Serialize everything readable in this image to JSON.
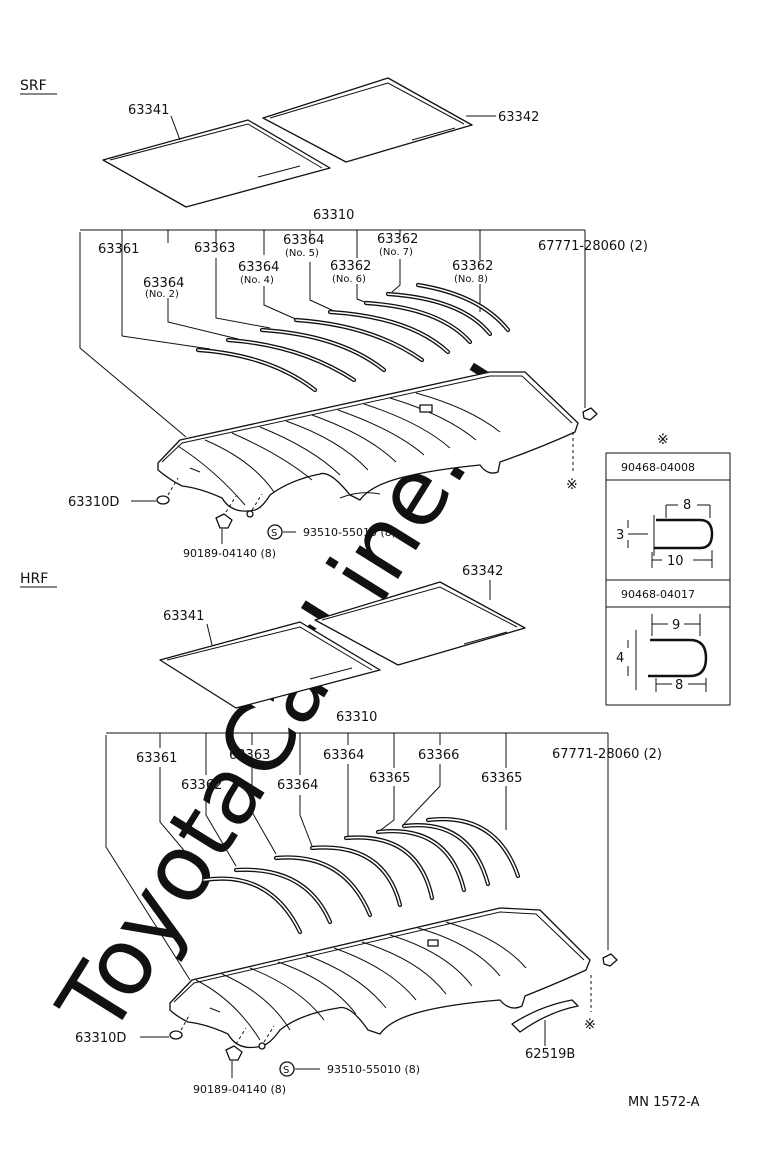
{
  "watermark": "ToyotaCarLine.ru",
  "srf": {
    "section_label": "SRF",
    "panel_left": "63341",
    "panel_right": "63342",
    "headliner": "63310",
    "parts": [
      {
        "num": "63361",
        "sub": ""
      },
      {
        "num": "63364",
        "sub": "(No. 2)"
      },
      {
        "num": "63363",
        "sub": ""
      },
      {
        "num": "63364",
        "sub": "(No. 4)"
      },
      {
        "num": "63364",
        "sub": "(No. 5)"
      },
      {
        "num": "63362",
        "sub": "(No. 6)"
      },
      {
        "num": "63362",
        "sub": "(No. 7)"
      },
      {
        "num": "63362",
        "sub": "(No. 8)"
      }
    ],
    "clip": "67771-28060 (2)",
    "clip_marker": "※",
    "grommet": "63310D",
    "screw": "93510-55010 (8)",
    "screw_symbol": "S",
    "fastener": "90189-04140 (8)"
  },
  "inset": {
    "header_symbol": "※",
    "clip_a": {
      "part": "90468-04008",
      "height": "3",
      "top": "8",
      "bottom": "10"
    },
    "clip_b": {
      "part": "90468-04017",
      "height": "4",
      "top": "9",
      "bottom": "8"
    }
  },
  "hrf": {
    "section_label": "HRF",
    "panel_left": "63341",
    "panel_right": "63342",
    "headliner": "63310",
    "parts": [
      "63361",
      "63362",
      "63363",
      "63364",
      "63364",
      "63365",
      "63366",
      "63365"
    ],
    "clip": "67771-28060 (2)",
    "clip_marker": "※",
    "grommet": "63310D",
    "screw": "93510-55010 (8)",
    "screw_symbol": "S",
    "fastener": "90189-04140 (8)",
    "molding": "62519B"
  },
  "footer_code": "MN  1572-A"
}
